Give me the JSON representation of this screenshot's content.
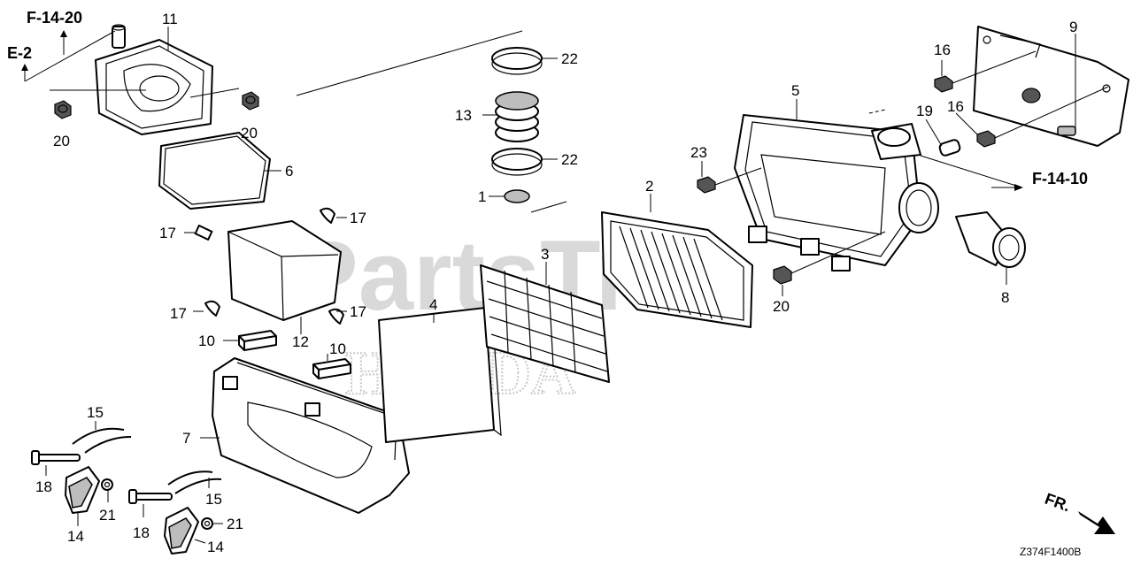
{
  "watermark": {
    "brand": "PartsTree",
    "maker": "HONDA"
  },
  "references": {
    "f14_20": "F-14-20",
    "e2": "E-2",
    "f14_10": "F-14-10"
  },
  "front_marker": "FR.",
  "diagram_code": "Z374F1400B",
  "callouts": {
    "p1": "1",
    "p2": "2",
    "p3": "3",
    "p4": "4",
    "p5": "5",
    "p6": "6",
    "p7": "7",
    "p8": "8",
    "p9": "9",
    "p10a": "10",
    "p10b": "10",
    "p11": "11",
    "p12": "12",
    "p13": "13",
    "p14a": "14",
    "p14b": "14",
    "p15a": "15",
    "p15b": "15",
    "p16a": "16",
    "p16b": "16",
    "p17a": "17",
    "p17b": "17",
    "p17c": "17",
    "p17d": "17",
    "p18a": "18",
    "p18b": "18",
    "p19": "19",
    "p20a": "20",
    "p20b": "20",
    "p20c": "20",
    "p21a": "21",
    "p21b": "21",
    "p22a": "22",
    "p22b": "22",
    "p23": "23"
  }
}
